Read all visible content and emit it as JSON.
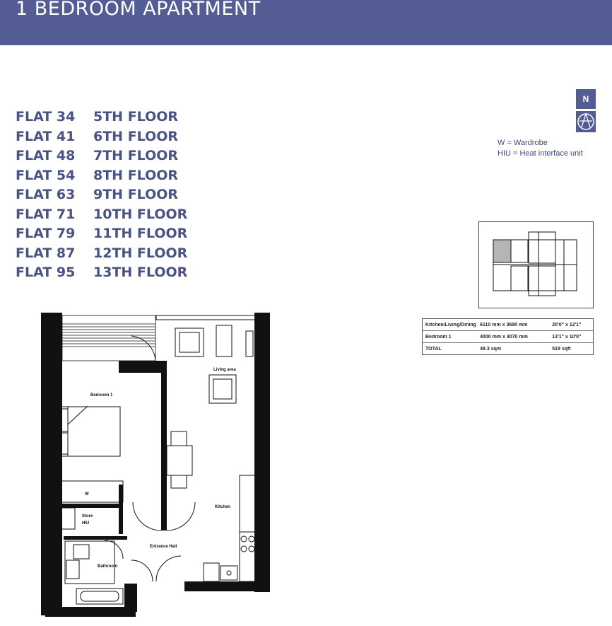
{
  "header": {
    "title": "1 BEDROOM APARTMENT"
  },
  "flats": [
    {
      "flat": "FLAT 34",
      "floor": "5TH FLOOR"
    },
    {
      "flat": "FLAT 41",
      "floor": "6TH FLOOR"
    },
    {
      "flat": "FLAT 48",
      "floor": "7TH FLOOR"
    },
    {
      "flat": "FLAT 54",
      "floor": "8TH FLOOR"
    },
    {
      "flat": "FLAT 63",
      "floor": "9TH FLOOR"
    },
    {
      "flat": "FLAT 71",
      "floor": "10TH FLOOR"
    },
    {
      "flat": "FLAT 79",
      "floor": "11TH FLOOR"
    },
    {
      "flat": "FLAT 87",
      "floor": "12TH FLOOR"
    },
    {
      "flat": "FLAT 95",
      "floor": "13TH FLOOR"
    }
  ],
  "north": {
    "label": "N"
  },
  "legend": {
    "wardrobe": "W = Wardrobe",
    "hiu": "HIU = Heat interface unit"
  },
  "area_table": {
    "rows": [
      {
        "room": "Kitchen/Living/Dining",
        "metric": "6110 mm x 3690 mm",
        "imperial": "20'0\" x 12'1\""
      },
      {
        "room": "Bedroom 1",
        "metric": "4000 mm x 3070 mm",
        "imperial": "13'1\" x 10'0\""
      },
      {
        "room": "TOTAL",
        "metric": "48.3 sqm",
        "imperial": "519 sqft"
      }
    ]
  },
  "floorplan": {
    "labels": {
      "living": "Living area",
      "bedroom": "Bedroom 1",
      "wardrobe": "W",
      "store": "Store",
      "hiu": "HIU",
      "entrance": "Entrance Hall",
      "bathroom": "Bathroom",
      "kitchen": "Kitchen"
    }
  },
  "colors": {
    "brand": "#535d94",
    "text": "#4a5384",
    "keyplan_highlight": "#b5b5b5"
  }
}
